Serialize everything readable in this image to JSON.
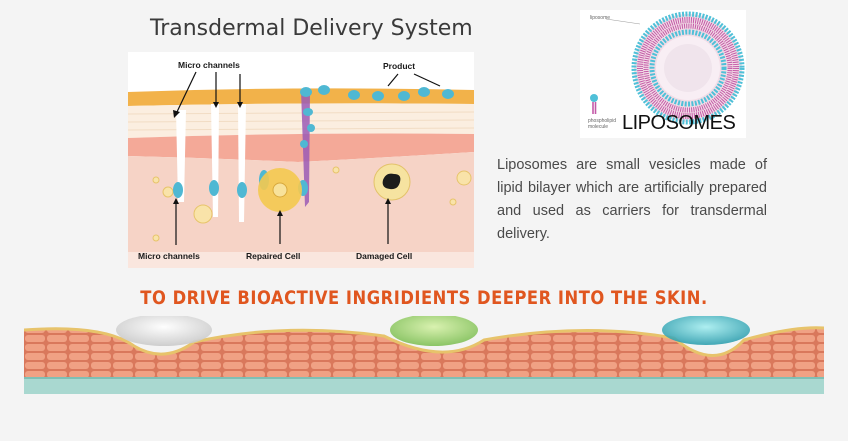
{
  "diagram": {
    "title": "Transdermal Delivery System",
    "labels": {
      "micro_channels_top": "Micro channels",
      "product": "Product",
      "micro_channels_bottom": "Micro channels",
      "repaired_cell": "Repaired Cell",
      "damaged_cell": "Damaged Cell"
    }
  },
  "liposome": {
    "small_label": "liposome",
    "phospholipid_label_1": "phospholipid",
    "phospholipid_label_2": "molecule",
    "title": "LIPOSOMES",
    "description": "Liposomes are small vesicles made of lipid bilayer which are artificially prepared and used as carriers for transdermal delivery."
  },
  "banner": {
    "text": "TO DRIVE BIOACTIVE INGRIDIENTS DEEPER INTO THE SKIN."
  },
  "colors": {
    "banner": "#e0561f",
    "droplet": "#4fb8d3",
    "membrane_outer": "#4fc0d8",
    "membrane_inner": "#c45aa8",
    "skin_top": "#f2b24a",
    "skin_dermis": "#f6d3c6"
  }
}
